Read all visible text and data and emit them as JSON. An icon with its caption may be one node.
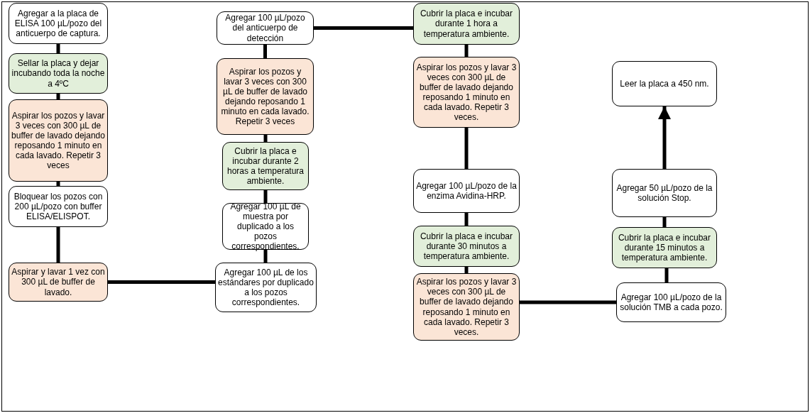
{
  "diagram": {
    "nodes": [
      {
        "text": [
          "Agregar a la placa de ELISA 100 µL/pozo del anticuerpo de captura."
        ]
      },
      {
        "text": [
          "Sellar la placa y dejar incubando toda la noche a 4ºC"
        ]
      },
      {
        "text": [
          "Aspirar los pozos y lavar 3 veces con 300 µL de buffer de lavado dejando reposando 1 minuto en cada lavado. Repetir 3 veces"
        ]
      },
      {
        "text": [
          "Bloquear los pozos con 200 µL/pozo con buffer ELISA/ELISPOT."
        ]
      },
      {
        "text": [
          "Aspirar y lavar 1 vez con 300 µL de buffer de lavado."
        ]
      },
      {
        "text": [
          "Agregar 100 µL de los estándares por duplicado a los pozos correspondientes."
        ]
      },
      {
        "text": [
          "Agregar 100 µL de muestra por duplicado a los pozos correspondientes."
        ]
      },
      {
        "text": [
          "Cubrir la placa e incubar durante 2 horas a temperatura ambiente."
        ]
      },
      {
        "text": [
          "Aspirar los pozos y lavar 3 veces con 300 µL de buffer de lavado dejando reposando 1 minuto en cada lavado. Repetir 3 veces"
        ]
      },
      {
        "text": [
          "Agregar 100 µL/pozo del anticuerpo de detección"
        ]
      },
      {
        "text": [
          "Cubrir la placa e incubar durante 1 hora a temperatura ambiente."
        ]
      },
      {
        "text": [
          "Aspirar los pozos y lavar 3 veces con 300 µL de buffer de lavado dejando reposando 1 minuto en cada lavado. Repetir 3 veces."
        ]
      },
      {
        "text": [
          "Agregar 100 µL/pozo de la enzima Avidina-HRP."
        ]
      },
      {
        "text": [
          "Cubrir la placa e incubar durante 30 minutos a temperatura ambiente."
        ]
      },
      {
        "text": [
          "Aspirar los pozos y lavar 3 veces con 300 µL de buffer de lavado dejando reposando 1 minuto en cada lavado. Repetir 3 veces."
        ]
      },
      {
        "text": [
          "Agregar 100 µL/pozo de la solución TMB a cada pozo."
        ]
      },
      {
        "text": [
          "Cubrir la placa e incubar durante 15 minutos a temperatura ambiente."
        ]
      },
      {
        "text": [
          "Agregar 50 µL/pozo de la solución Stop."
        ]
      },
      {
        "text": [
          "Leer la placa a 450 nm."
        ]
      }
    ],
    "edges": [
      {
        "from": 0,
        "to": 1,
        "arrow": "none"
      },
      {
        "from": 1,
        "to": 2,
        "arrow": "none"
      },
      {
        "from": 2,
        "to": 3,
        "arrow": "none"
      },
      {
        "from": 3,
        "to": 4,
        "arrow": "none"
      },
      {
        "from": 4,
        "to": 5,
        "arrow": "none"
      },
      {
        "from": 5,
        "to": 6,
        "arrow": "none"
      },
      {
        "from": 6,
        "to": 7,
        "arrow": "none"
      },
      {
        "from": 7,
        "to": 8,
        "arrow": "none"
      },
      {
        "from": 8,
        "to": 9,
        "arrow": "none"
      },
      {
        "from": 9,
        "to": 10,
        "arrow": "none"
      },
      {
        "from": 10,
        "to": 11,
        "arrow": "none"
      },
      {
        "from": 11,
        "to": 12,
        "arrow": "none"
      },
      {
        "from": 12,
        "to": 13,
        "arrow": "none"
      },
      {
        "from": 13,
        "to": 14,
        "arrow": "none"
      },
      {
        "from": 14,
        "to": 15,
        "arrow": "none"
      },
      {
        "from": 15,
        "to": 16,
        "arrow": "none"
      },
      {
        "from": 16,
        "to": 17,
        "arrow": "none"
      },
      {
        "from": 17,
        "to": 18,
        "arrow": "to"
      }
    ]
  }
}
